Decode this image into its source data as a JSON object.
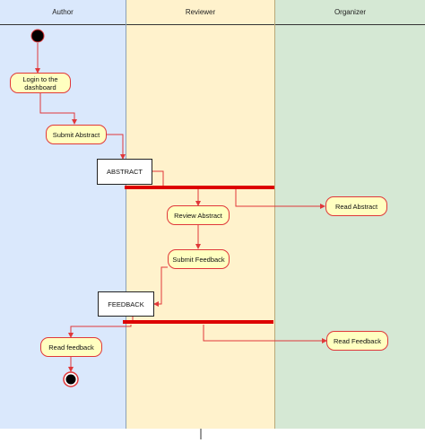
{
  "lanes": [
    {
      "name": "Author",
      "color": "#dae8fc"
    },
    {
      "name": "Reviewer",
      "color": "#fff2cc"
    },
    {
      "name": "Organizer",
      "color": "#d5e8d4"
    }
  ],
  "activities": {
    "login": "Login to the dashboard",
    "submit_abstract": "Submit Abstract",
    "review_abstract": "Review Abstract",
    "read_abstract": "Read Abstract",
    "submit_feedback": "Submit Feedback",
    "read_feedback_author": "Read feedback",
    "read_feedback_organizer": "Read Feedback"
  },
  "objects": {
    "abstract": "ABSTRACT",
    "feedback": "FEEDBACK"
  },
  "colors": {
    "activity_fill": "#ffffc0",
    "activity_border": "#e0383a",
    "fork_bar": "#dd0000",
    "flow": "#e0383a"
  }
}
